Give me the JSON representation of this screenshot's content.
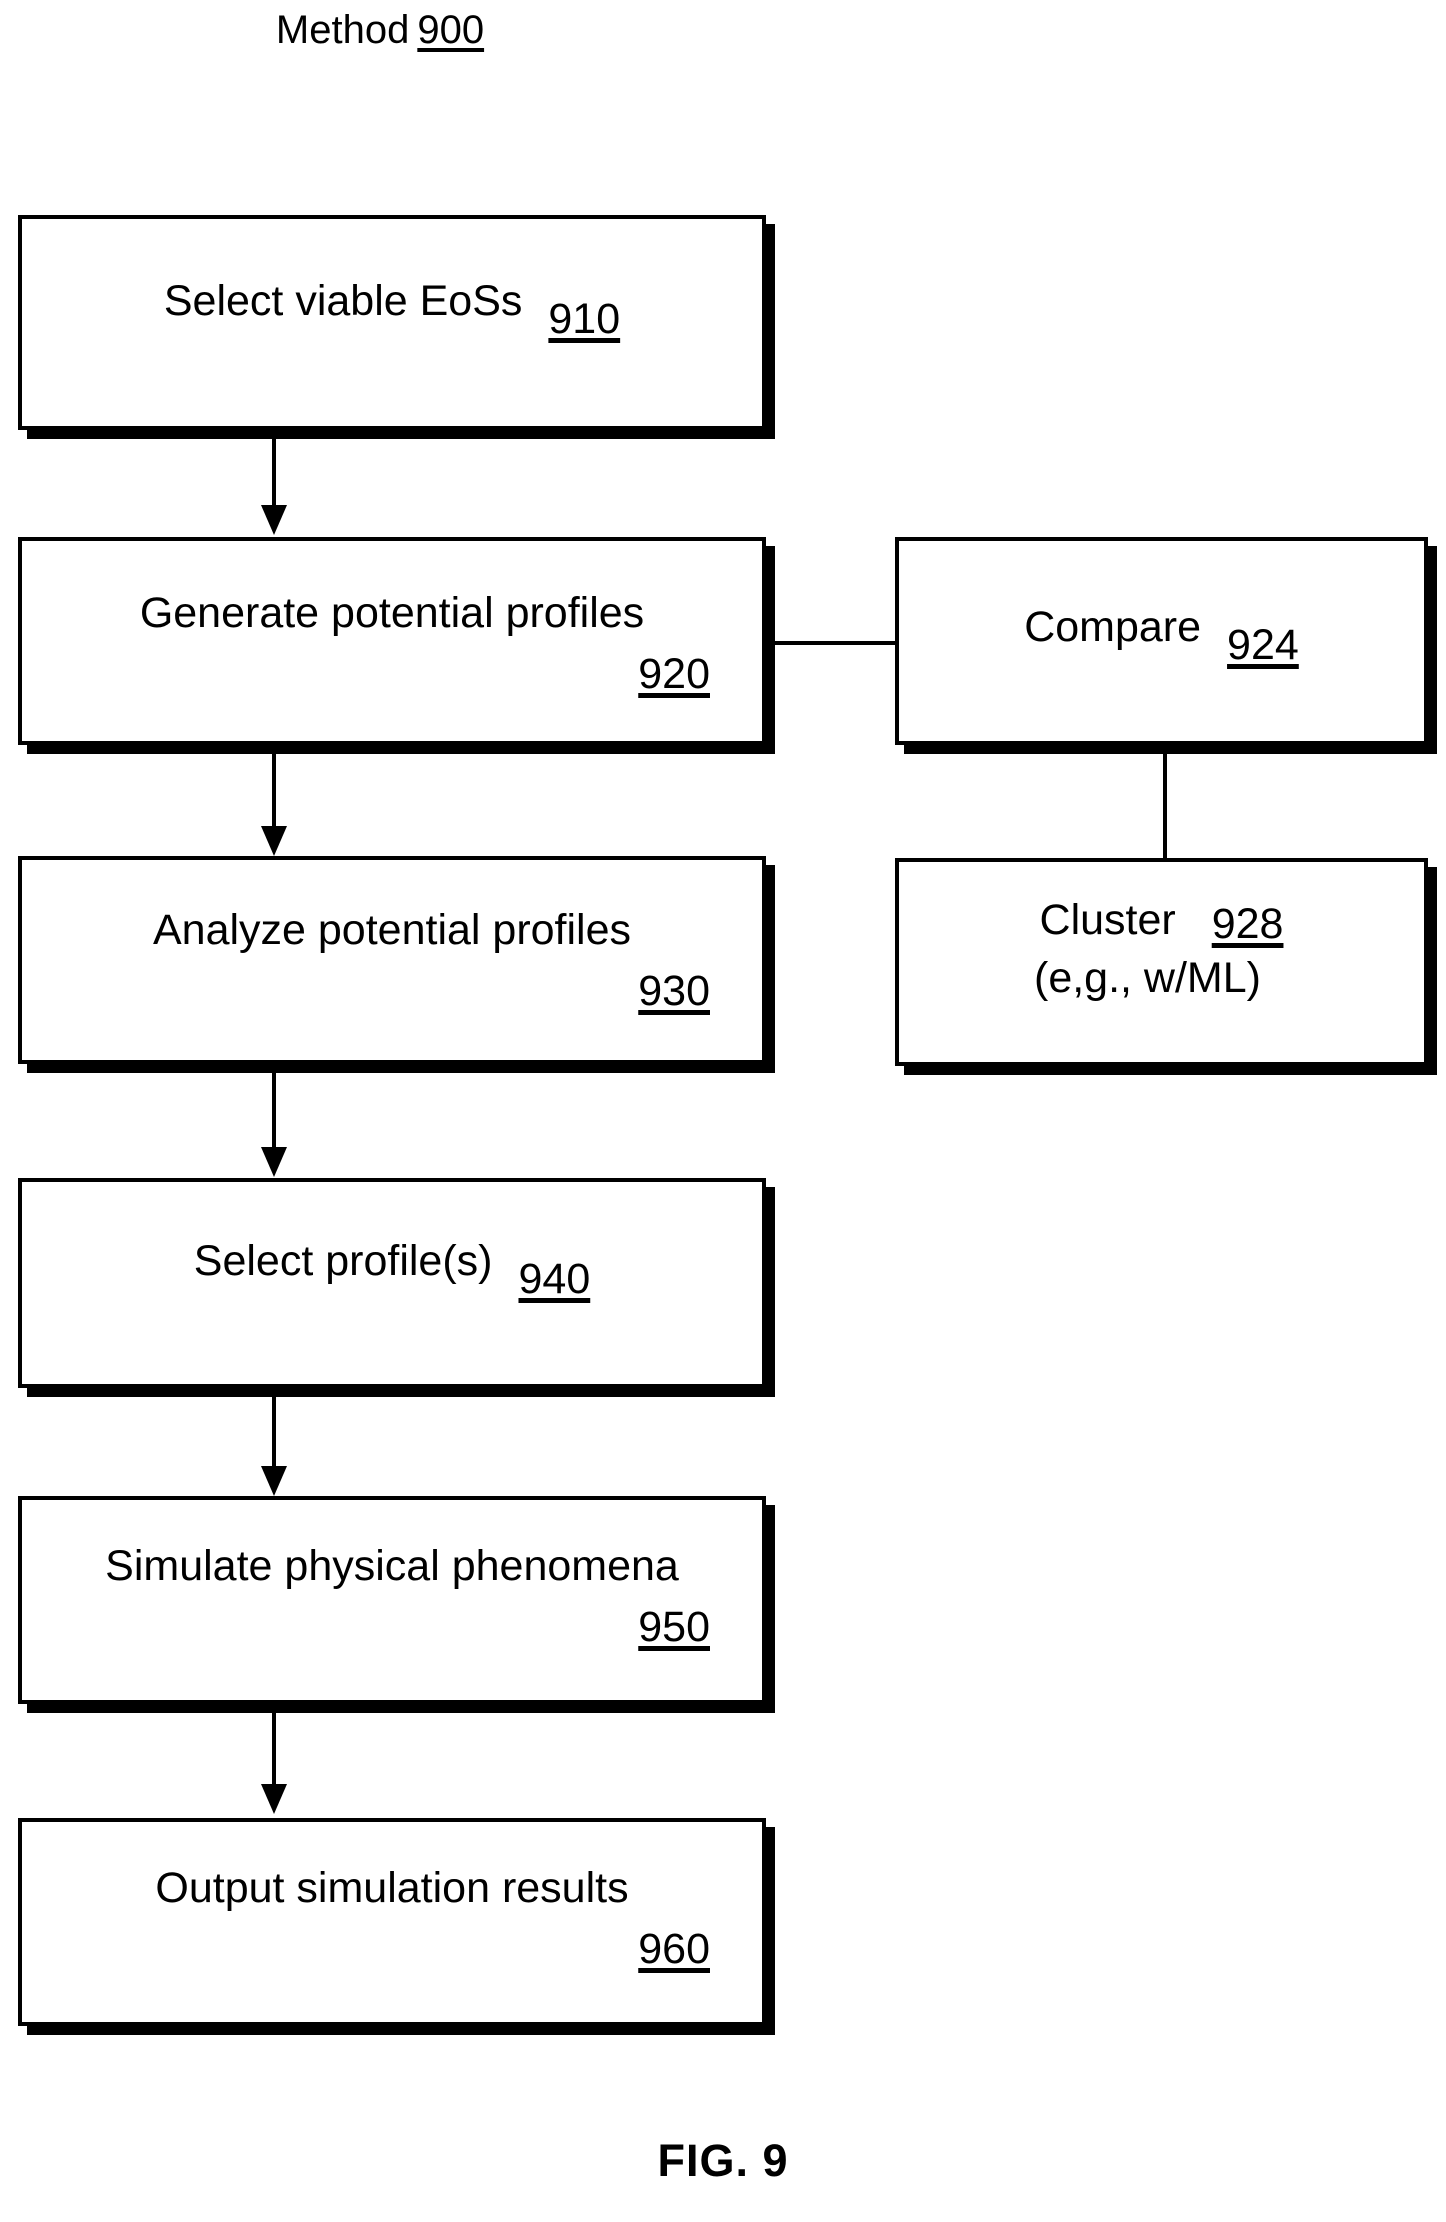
{
  "figure": {
    "title_label": "Method",
    "title_ref": "900",
    "caption": "FIG. 9"
  },
  "nodes": [
    {
      "id": "910",
      "label": "Select viable EoSs",
      "ref": "910",
      "ref_placement": "inline"
    },
    {
      "id": "920",
      "label": "Generate potential profiles",
      "ref": "920",
      "ref_placement": "below"
    },
    {
      "id": "924",
      "label": "Compare",
      "ref": "924",
      "ref_placement": "inline"
    },
    {
      "id": "930",
      "label": "Analyze potential profiles",
      "ref": "930",
      "ref_placement": "below"
    },
    {
      "id": "928",
      "label": "Cluster",
      "label2": "(e,g., w/ML)",
      "ref": "928",
      "ref_placement": "inline"
    },
    {
      "id": "940",
      "label": "Select profile(s)",
      "ref": "940",
      "ref_placement": "inline"
    },
    {
      "id": "950",
      "label": "Simulate physical phenomena",
      "ref": "950",
      "ref_placement": "below"
    },
    {
      "id": "960",
      "label": "Output simulation results",
      "ref": "960",
      "ref_placement": "below"
    }
  ],
  "colors": {
    "ink": "#000000",
    "paper": "#ffffff"
  }
}
